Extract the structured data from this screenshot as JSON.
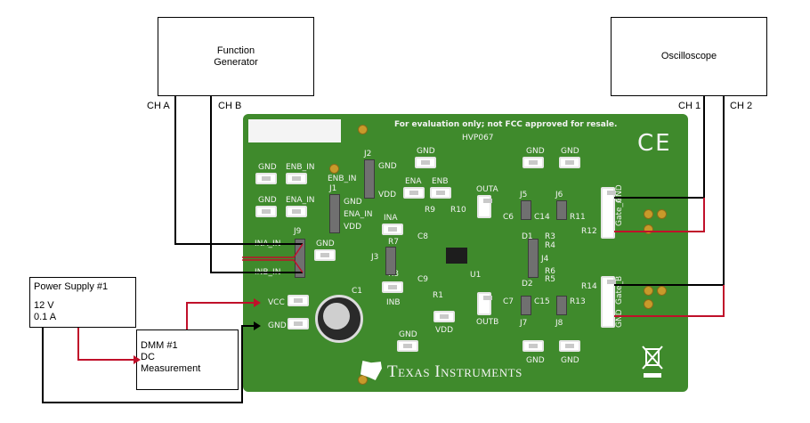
{
  "instruments": {
    "function_generator": {
      "line1": "Function",
      "line2": "Generator",
      "ch_a": "CH A",
      "ch_b": "CH B"
    },
    "oscilloscope": {
      "label": "Oscilloscope",
      "ch1": "CH 1",
      "ch2": "CH 2"
    },
    "power_supply": {
      "line1": "Power Supply #1",
      "line2": "12 V",
      "line3": "0.1 A"
    },
    "dmm": {
      "line1": "DMM #1",
      "line2": "DC",
      "line3": "Measurement"
    }
  },
  "board": {
    "notice": "For evaluation only; not FCC approved for resale.",
    "part_number": "HVP067",
    "ce_mark": "CE",
    "brand": "Texas Instruments",
    "labels": {
      "gnd": "GND",
      "enb_in": "ENB_IN",
      "ena_in": "ENA_IN",
      "ina_in": "INA_IN",
      "inb_in": "INB_IN",
      "vdd": "VDD",
      "ena": "ENA",
      "enb": "ENB",
      "ina": "INA",
      "inb": "INB",
      "outa": "OUTA",
      "outb": "OUTB",
      "vcc": "VCC",
      "j1": "J1",
      "j2": "J2",
      "j3": "J3",
      "j4": "J4",
      "j5": "J5",
      "j6": "J6",
      "j7": "J7",
      "j8": "J8",
      "j9": "J9",
      "r1": "R1",
      "r3": "R3",
      "r4": "R4",
      "r5": "R5",
      "r6": "R6",
      "r7": "R7",
      "r8": "R8",
      "r9": "R9",
      "r10": "R10",
      "r11": "R11",
      "r12": "R12",
      "r13": "R13",
      "r14": "R14",
      "c1": "C1",
      "c6": "C6",
      "c7": "C7",
      "c8": "C8",
      "c9": "C9",
      "c14": "C14",
      "c15": "C15",
      "d1": "D1",
      "d2": "D2",
      "u1": "U1",
      "gate_a": "Gate_A",
      "gate_b": "Gate_B",
      "gnd_vert": "GND"
    }
  },
  "colors": {
    "board": "#3f8a2c",
    "signal_wire": "#000000",
    "power_wire": "#c0102a"
  }
}
